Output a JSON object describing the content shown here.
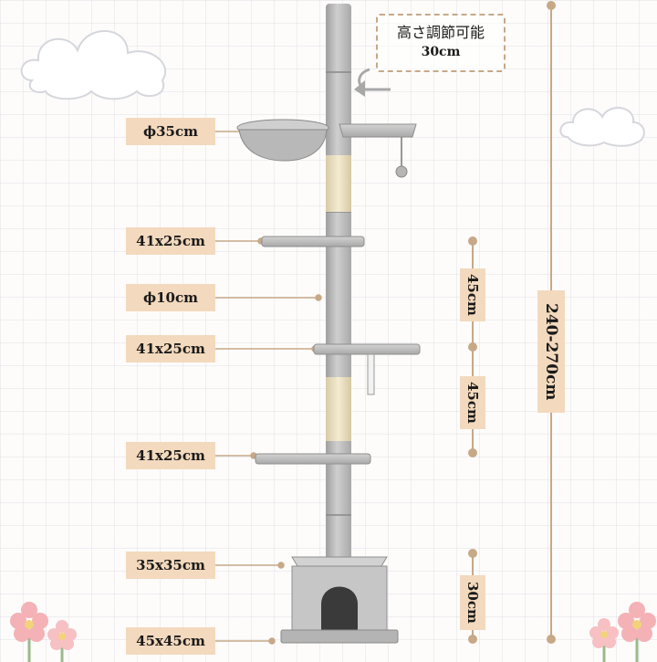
{
  "product": {
    "adjust_note": {
      "title": "高さ調節可能",
      "value": "30cm"
    },
    "dimensions": {
      "hammock_diameter": "ϕ35cm",
      "shelf_upper": "41x25cm",
      "post_diameter": "ϕ10cm",
      "shelf_middle": "41x25cm",
      "shelf_lower": "41x25cm",
      "house_top": "35x35cm",
      "base": "45x45cm"
    },
    "spacing": {
      "gap_upper": "45cm",
      "gap_lower": "45cm",
      "house_height": "30cm",
      "total_height": "240-270cm"
    }
  },
  "colors": {
    "post": "#c4c4c4",
    "sisal": "#ede2c4",
    "label_bg": "#f3d9bd",
    "dim_line": "#c7a887"
  },
  "icons": [
    "cloud-icon",
    "flower-icon"
  ]
}
